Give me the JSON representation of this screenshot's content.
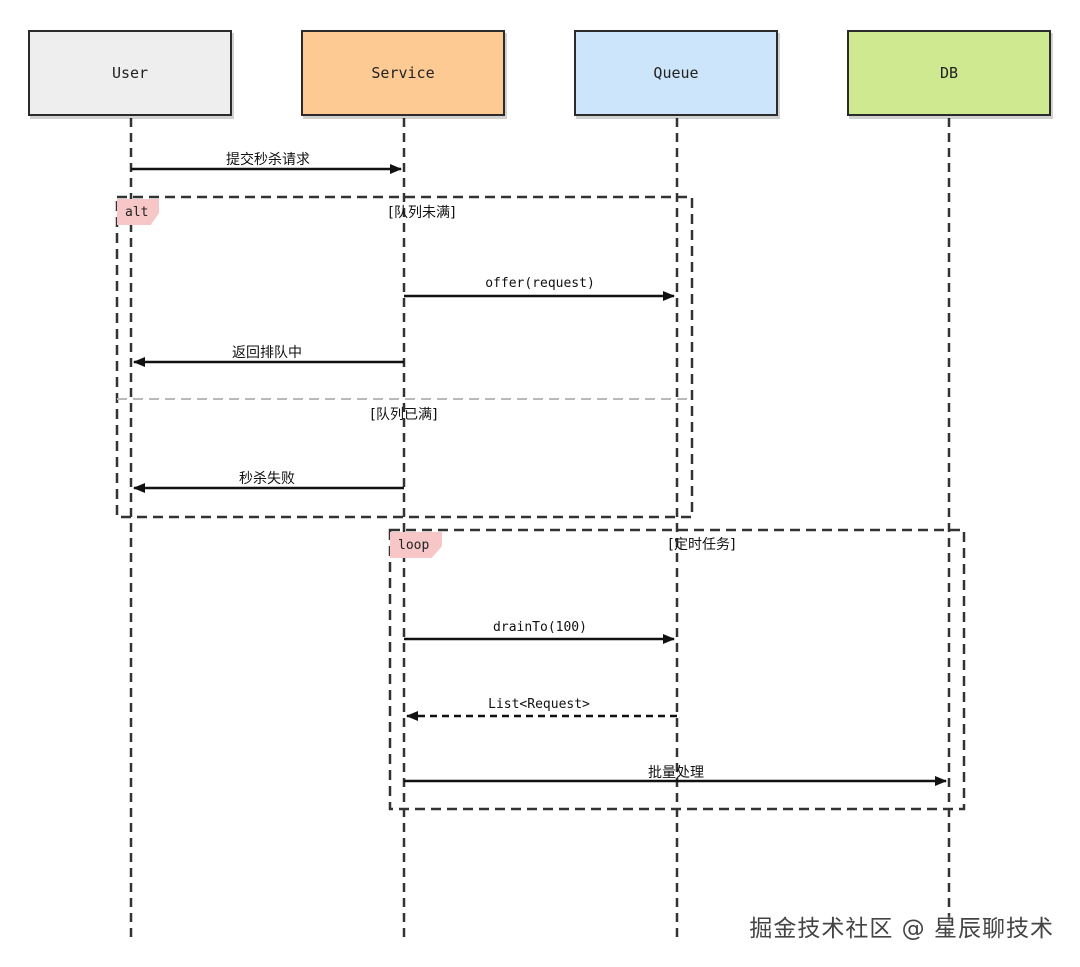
{
  "participants": [
    {
      "id": "user",
      "label": "User",
      "color": "#eeeeee"
    },
    {
      "id": "service",
      "label": "Service",
      "color": "#fdca94"
    },
    {
      "id": "queue",
      "label": "Queue",
      "color": "#cce5fb"
    },
    {
      "id": "db",
      "label": "DB",
      "color": "#cfe991"
    }
  ],
  "messages": [
    {
      "id": "submit",
      "from": "user",
      "to": "service",
      "label": "提交秒杀请求",
      "style": "solid"
    },
    {
      "id": "offer",
      "from": "service",
      "to": "queue",
      "label": "offer(request)",
      "style": "solid"
    },
    {
      "id": "queued",
      "from": "service",
      "to": "user",
      "label": "返回排队中",
      "style": "solid"
    },
    {
      "id": "fail",
      "from": "service",
      "to": "user",
      "label": "秒杀失败",
      "style": "solid"
    },
    {
      "id": "drain",
      "from": "service",
      "to": "queue",
      "label": "drainTo(100)",
      "style": "solid"
    },
    {
      "id": "list",
      "from": "queue",
      "to": "service",
      "label": "List<Request>",
      "style": "dashed"
    },
    {
      "id": "batch",
      "from": "service",
      "to": "db",
      "label": "批量处理",
      "style": "solid"
    }
  ],
  "frames": {
    "alt": {
      "tag": "alt",
      "condition_1": "[队列未满]",
      "condition_2": "[队列已满]"
    },
    "loop": {
      "tag": "loop",
      "condition": "[定时任务]"
    }
  },
  "watermark": "掘金技术社区 @ 星辰聊技术"
}
